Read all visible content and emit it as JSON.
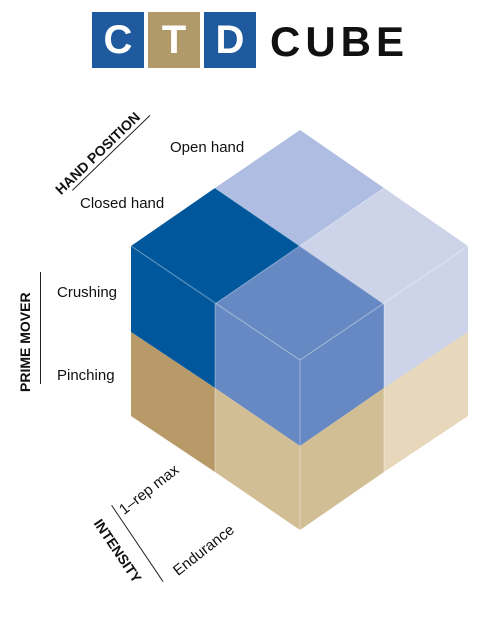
{
  "header": {
    "letters": [
      "C",
      "T",
      "D"
    ],
    "word": "CUBE",
    "tile_colors": [
      "#1f5a9e",
      "#b19a6a",
      "#1f5a9e"
    ]
  },
  "axes": {
    "hand_position": {
      "title": "HAND POSITION",
      "values": [
        "Open hand",
        "Closed hand"
      ]
    },
    "prime_mover": {
      "title": "PRIME MOVER",
      "values": [
        "Crushing",
        "Pinching"
      ]
    },
    "intensity": {
      "title": "INTENSITY",
      "values": [
        "1–rep max",
        "Endurance"
      ]
    }
  },
  "colors": {
    "deep_blue": "#01579b",
    "mid_blue": "#6688c3",
    "light_blue": "#aebde1",
    "pale_blue": "#cdd3e8",
    "dark_tan": "#b79a68",
    "tan": "#d2be95",
    "light_tan": "#e7d8bc",
    "text": "#111111"
  }
}
